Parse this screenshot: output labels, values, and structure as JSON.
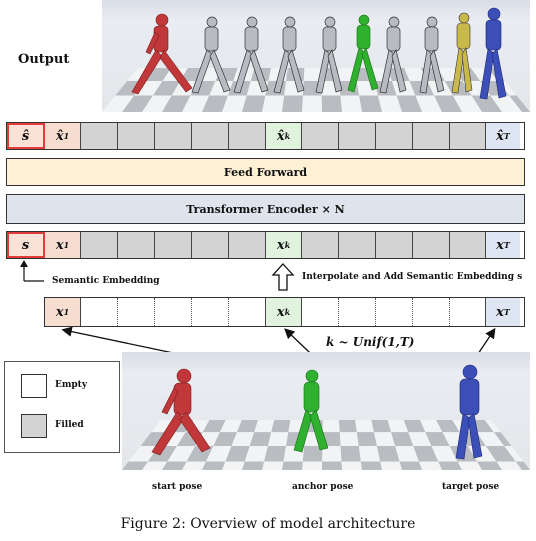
{
  "output_label": "Output",
  "top_sequence": {
    "semantic": "ŝ",
    "first": "x̂",
    "first_sub": "1",
    "anchor": "x̂",
    "anchor_sub": "k",
    "last": "x̂",
    "last_sub": "T"
  },
  "feed_forward": "Feed Forward",
  "transformer": "Transformer Encoder × N",
  "mid_sequence": {
    "semantic": "s",
    "first": "x",
    "first_sub": "1",
    "anchor": "x",
    "anchor_sub": "k",
    "last": "x",
    "last_sub": "T"
  },
  "semantic_embedding_label": "Semantic Embedding",
  "interpolate_label": "Interpolate and Add Semantic Embedding s",
  "input_sequence": {
    "first": "x",
    "first_sub": "1",
    "anchor": "x",
    "anchor_sub": "k",
    "last": "x",
    "last_sub": "T"
  },
  "sampling_label": "k ~ Unif(1,T)",
  "legend": {
    "empty": "Empty",
    "filled": "Filled"
  },
  "poses": {
    "start": "start pose",
    "anchor": "anchor pose",
    "target": "target pose"
  },
  "caption": "Figure 2: Overview of model architecture",
  "colors": {
    "start": "#c0383a",
    "anchor": "#2fb12f",
    "target": "#3c4fb8",
    "intermediate": "#b9bbc2",
    "semantic_border": "#e23b3b",
    "feed_forward": "#fdf0d5",
    "transformer": "#dfe3ec"
  }
}
